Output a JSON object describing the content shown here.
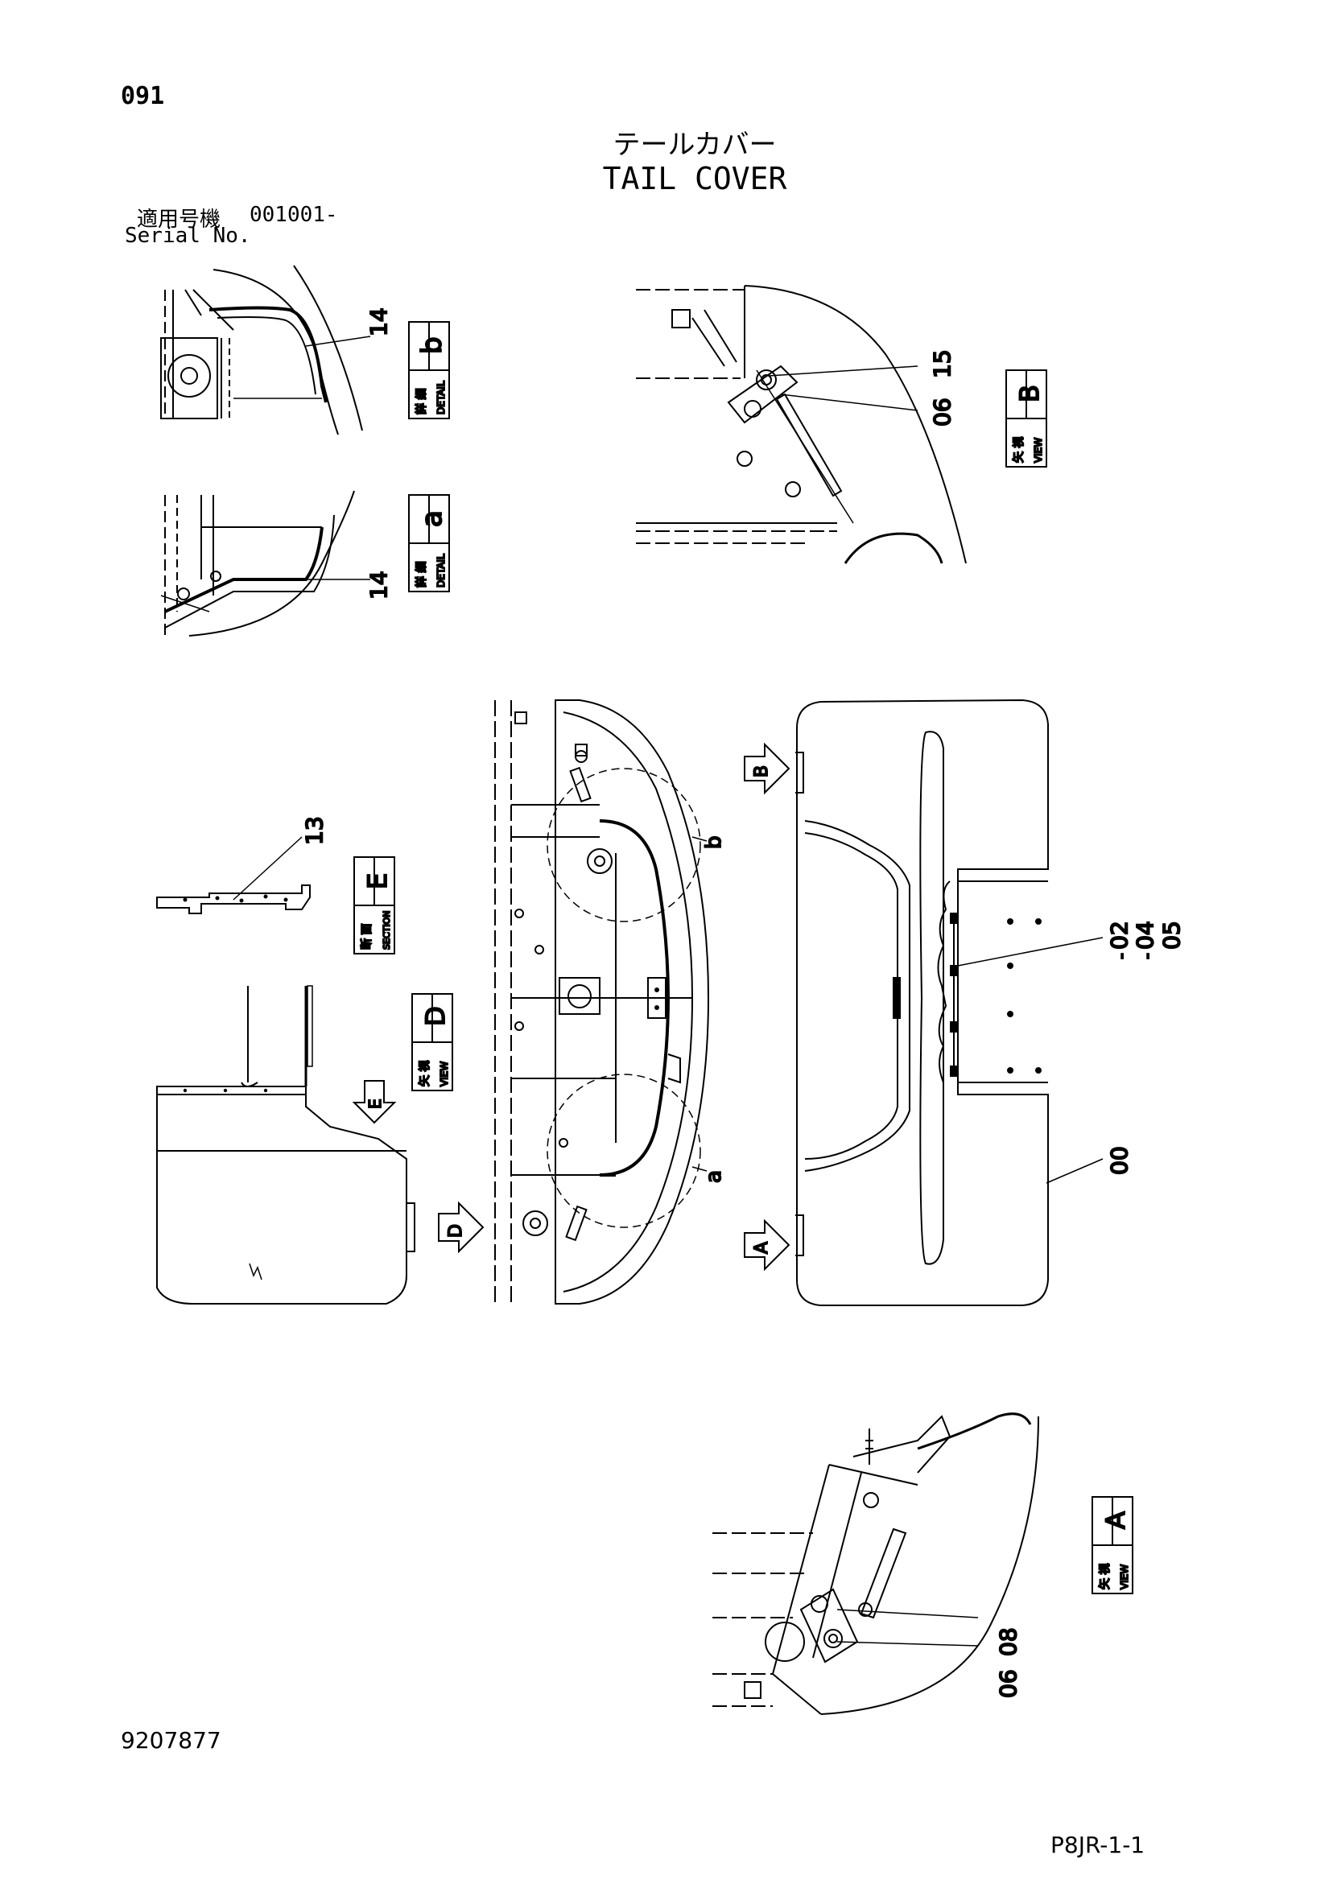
{
  "header": {
    "page_number": "091",
    "title_jp": "テールカバー",
    "title_en": "TAIL COVER",
    "serial_label_jp": "適用号機",
    "serial_range": "001001-",
    "serial_label_en": "Serial No."
  },
  "footer": {
    "document_number": "9207877",
    "drawing_code": "P8JR-1-1"
  },
  "views": {
    "detail_b": {
      "kanji": "詳 細",
      "label": "DETAIL",
      "letter": "b"
    },
    "detail_a": {
      "kanji": "詳 細",
      "label": "DETAIL",
      "letter": "a"
    },
    "view_b": {
      "kanji": "矢 視",
      "label": "VIEW",
      "letter": "B"
    },
    "section_e": {
      "kanji": "断 面",
      "label": "SECTION",
      "letter": "E"
    },
    "view_d": {
      "kanji": "矢 視",
      "label": "VIEW",
      "letter": "D"
    },
    "view_a": {
      "kanji": "矢 視",
      "label": "VIEW",
      "letter": "A"
    }
  },
  "arrows": {
    "arrow_b": "B",
    "arrow_a": "A",
    "arrow_d": "D",
    "arrow_e": "E"
  },
  "callouts": {
    "part_14_b": "14",
    "part_14_a": "14",
    "part_15": "15",
    "part_06_b": "06",
    "part_13": "13",
    "part_02": "02",
    "part_04": "04",
    "part_05": "05",
    "part_00": "00",
    "part_08": "08",
    "part_06_a": "06",
    "sep_1": "-",
    "sep_2": "-",
    "detail_circle_b": "b",
    "detail_circle_a": "a"
  }
}
